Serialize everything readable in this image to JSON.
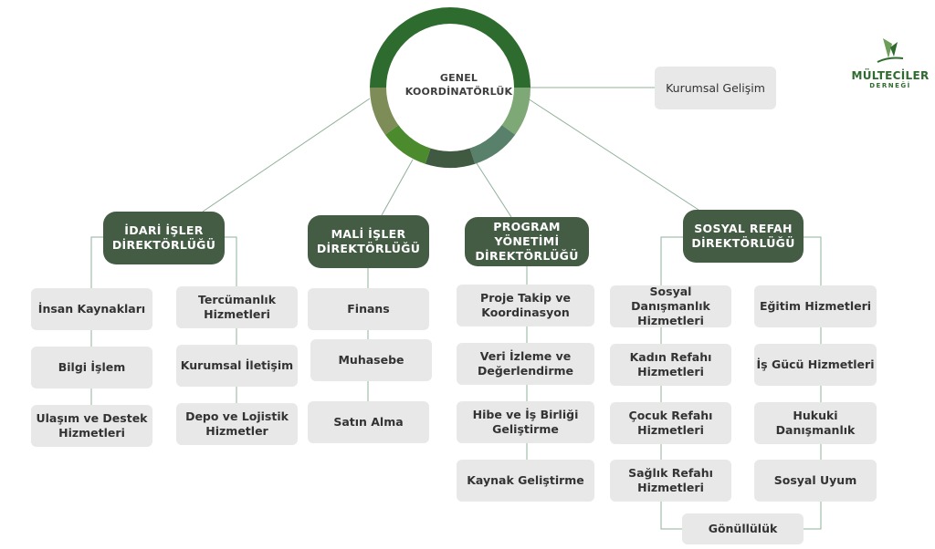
{
  "colors": {
    "directorate_bg": "#445c44",
    "box_bg": "#e8e8e8",
    "connector": "#8fb09a",
    "ring_segments": [
      "#2e6b2e",
      "#7ea875",
      "#58806a",
      "#405a42",
      "#4c8a2e",
      "#7e8c58"
    ]
  },
  "center": {
    "label_line1": "GENEL",
    "label_line2": "KOORDİNATÖRLÜK"
  },
  "logo": {
    "title": "MÜLTECİLER",
    "subtitle": "DERNEĞİ",
    "icon": "crane-bird-icon"
  },
  "side_unit": {
    "label": "Kurumsal Gelişim"
  },
  "directorates": [
    {
      "line1": "İDARİ İŞLER",
      "line2": "DİREKTÖRLÜĞÜ",
      "units_left": [
        "İnsan Kaynakları",
        "Bilgi İşlem",
        "Ulaşım ve Destek Hizmetleri"
      ],
      "units_right": [
        "Tercümanlık Hizmetleri",
        "Kurumsal İletişim",
        "Depo ve Lojistik Hizmetler"
      ]
    },
    {
      "line1": "MALİ İŞLER",
      "line2": "DİREKTÖRLÜĞÜ",
      "units": [
        "Finans",
        "Muhasebe",
        "Satın Alma"
      ]
    },
    {
      "line1": "PROGRAM",
      "line2": "YÖNETİMİ",
      "line3": "DİREKTÖRLÜĞÜ",
      "units": [
        "Proje Takip ve Koordinasyon",
        "Veri İzleme ve Değerlendirme",
        "Hibe ve İş Birliği Geliştirme",
        "Kaynak Geliştirme"
      ]
    },
    {
      "line1": "SOSYAL REFAH",
      "line2": "DİREKTÖRLÜĞÜ",
      "units_left": [
        "Sosyal Danışmanlık Hizmetleri",
        "Kadın Refahı Hizmetleri",
        "Çocuk Refahı Hizmetleri",
        "Sağlık Refahı Hizmetleri"
      ],
      "units_right": [
        "Eğitim Hizmetleri",
        "İş Gücü Hizmetleri",
        "Hukuki Danışmanlık",
        "Sosyal Uyum"
      ],
      "bottom_unit": "Gönüllülük"
    }
  ]
}
